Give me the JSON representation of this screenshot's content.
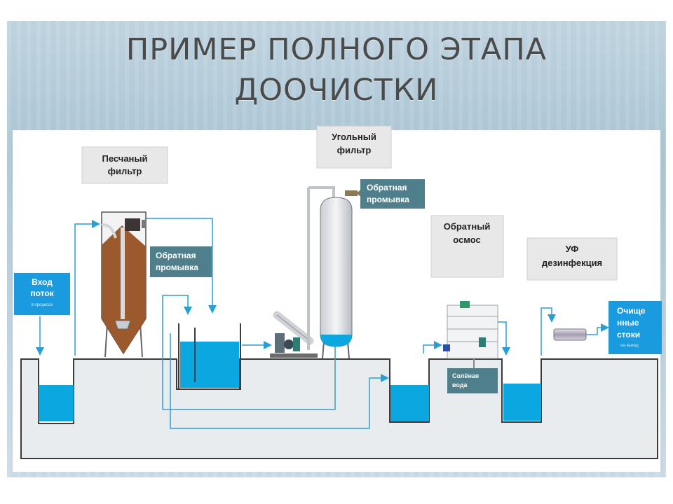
{
  "title": {
    "line1": "ПРИМЕР ПОЛНОГО ЭТАПА",
    "line2": "ДООЧИСТКИ"
  },
  "labels": {
    "sand_filter": [
      "Песчаный",
      "фильтр"
    ],
    "carbon_filter": [
      "Угольный",
      "фильтр"
    ],
    "reverse_osmosis": [
      "Обратный",
      "осмос"
    ],
    "uv_disinfection": [
      "УФ",
      "дезинфекция"
    ],
    "backwash_1": [
      "Обратная",
      "промывка"
    ],
    "backwash_2": [
      "Обратная",
      "промывка"
    ],
    "inlet": [
      "Вход",
      "поток"
    ],
    "inlet_small": "в процессе",
    "brine": [
      "Солёная",
      "вода"
    ],
    "outlet": [
      "Очище",
      "нные",
      "стоки"
    ],
    "outlet_small": "на выход"
  },
  "colors": {
    "water": "#0aa7e0",
    "teal_box": "#4f7f8a",
    "blue_box": "#1a9be0",
    "gray_box": "#e8e8e8",
    "ground": "#e9ecef",
    "pipe": "#2a9fd6",
    "sand": "#9c5a2c"
  }
}
